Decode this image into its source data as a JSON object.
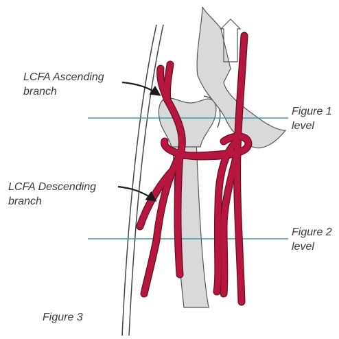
{
  "labels": {
    "ascending": [
      "LCFA Ascending",
      "branch"
    ],
    "descending": [
      "LCFA Descending",
      "branch"
    ],
    "level1": [
      "Figure 1",
      "level"
    ],
    "level2": [
      "Figure 2",
      "level"
    ],
    "figure": "Figure 3"
  },
  "colors": {
    "vessel": "#b5173f",
    "vessel_edge": "#6e0c24",
    "bone": "#d9d9db",
    "bone_edge": "#555555",
    "level_line": "#3f9aa0",
    "skin": "#444444",
    "arrow": "#1a1a1a",
    "text": "#3a3a3a"
  }
}
